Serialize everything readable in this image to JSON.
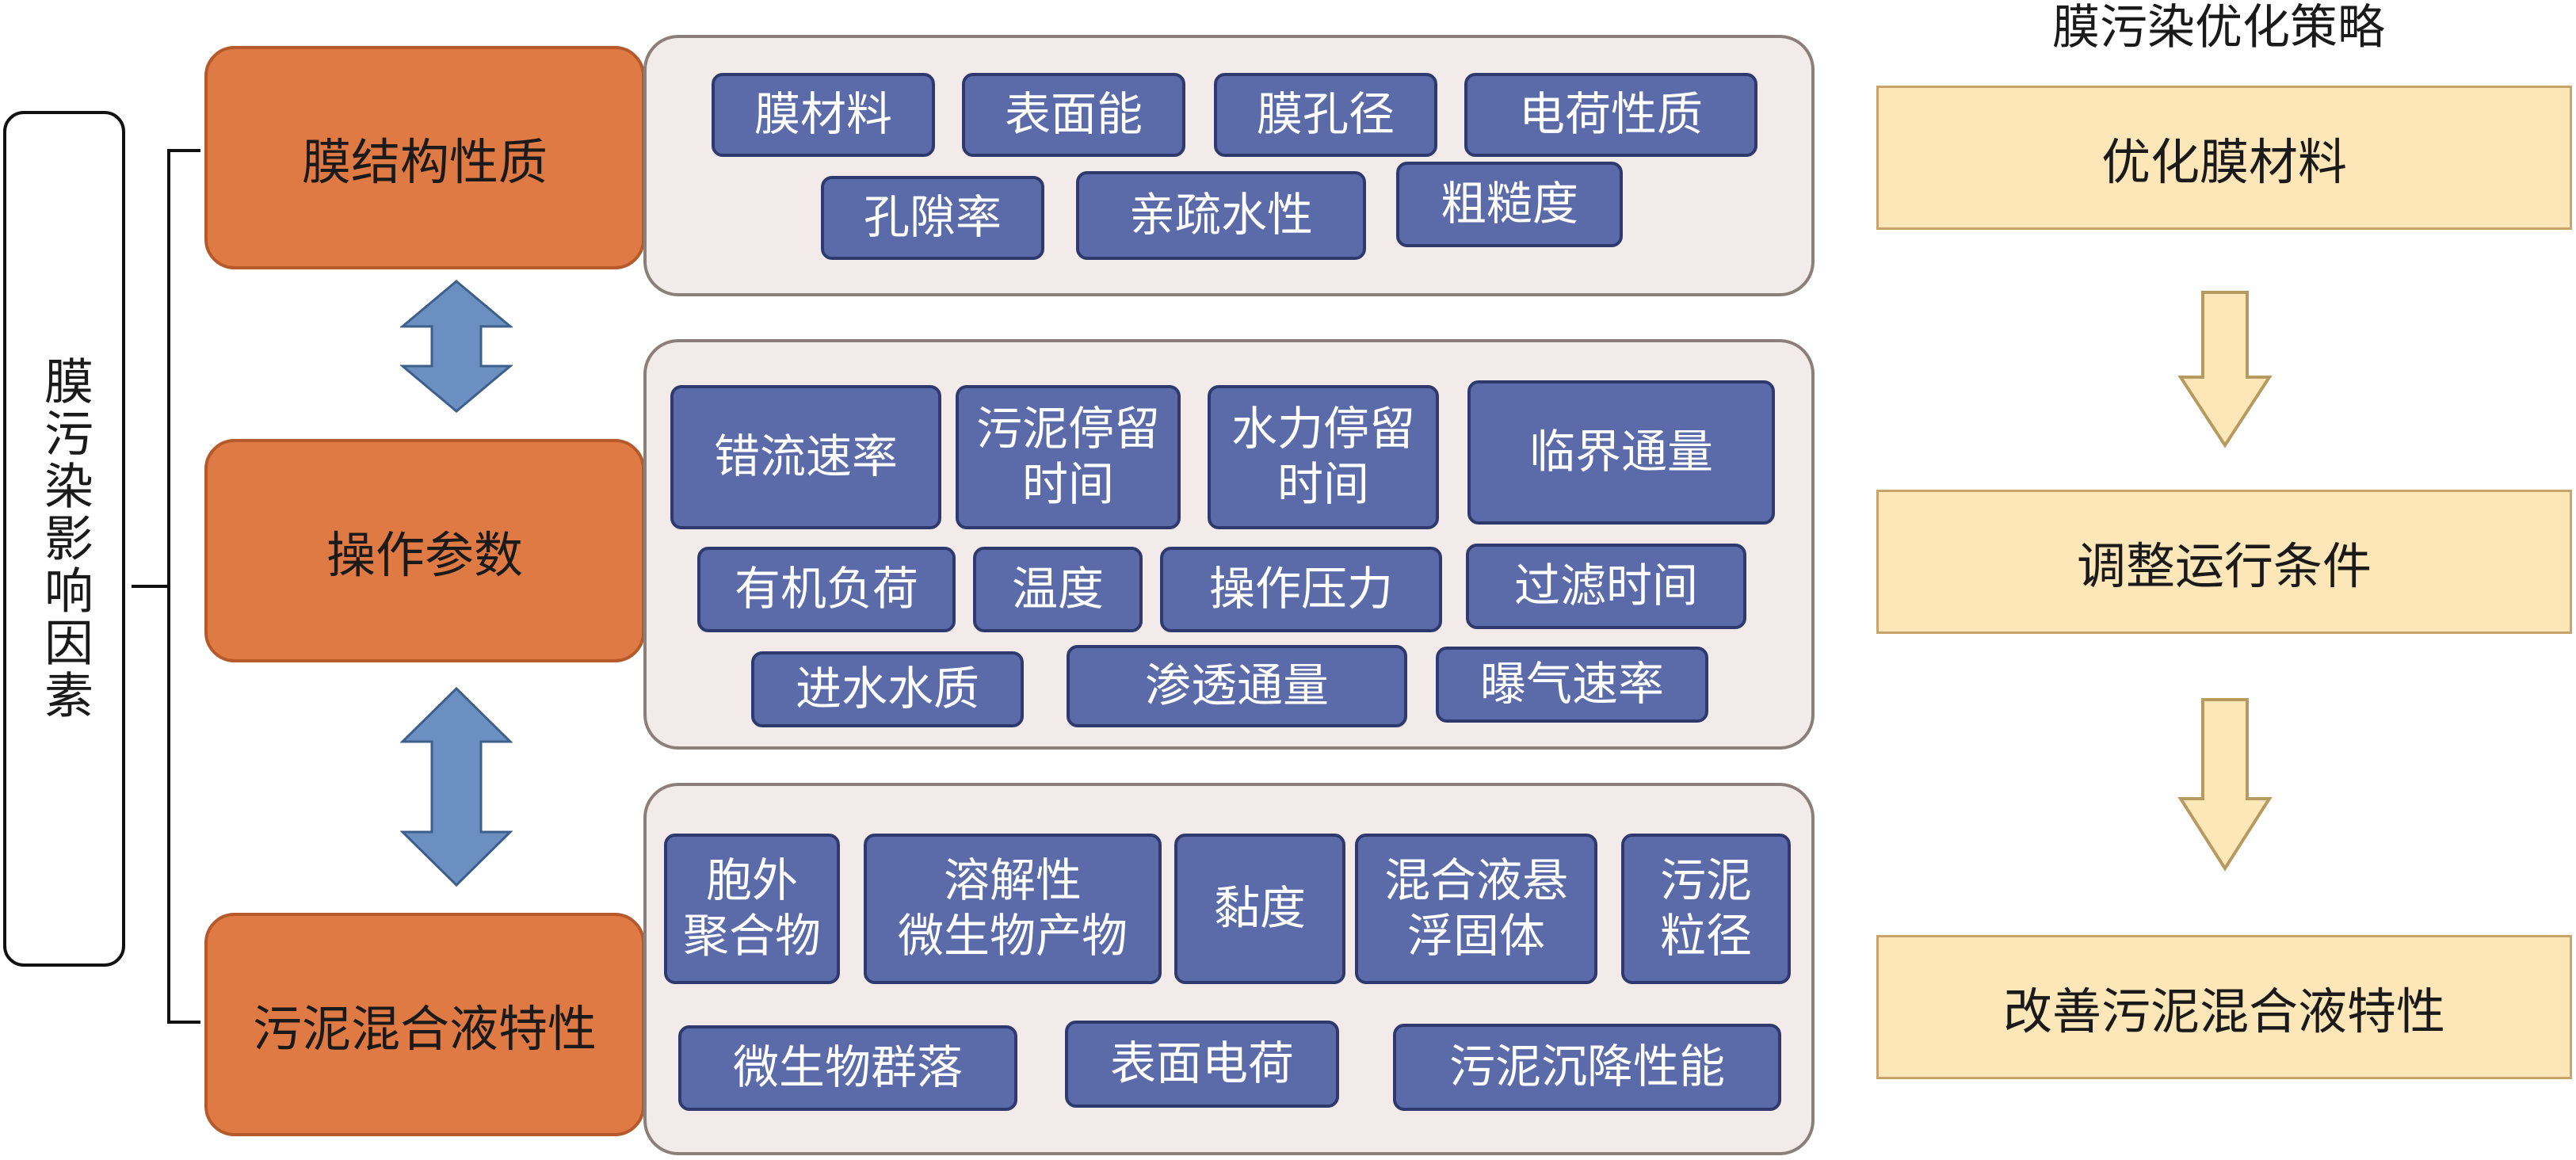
{
  "root_label": "膜污染影响因素",
  "categories": [
    {
      "label": "膜结构性质"
    },
    {
      "label": "操作参数"
    },
    {
      "label": "污泥混合液特性"
    }
  ],
  "factors": {
    "structure": [
      "膜材料",
      "表面能",
      "膜孔径",
      "电荷性质",
      "孔隙率",
      "亲疏水性",
      "粗糙度"
    ],
    "operation": [
      "错流速率",
      "污泥停留\n时间",
      "水力停留\n时间",
      "临界通量",
      "有机负荷",
      "温度",
      "操作压力",
      "过滤时间",
      "进水水质",
      "渗透通量",
      "曝气速率"
    ],
    "sludge": [
      "胞外\n聚合物",
      "溶解性\n微生物产物",
      "黏度",
      "混合液悬\n浮固体",
      "污泥\n粒径",
      "微生物群落",
      "表面电荷",
      "污泥沉降性能"
    ]
  },
  "strategy": {
    "title": "膜污染优化策略",
    "steps": [
      "优化膜材料",
      "调整运行条件",
      "改善污泥混合液特性"
    ]
  },
  "colors": {
    "category_fill": "#e07a45",
    "panel_fill": "#f2ebe9",
    "tag_fill": "#5b6aa8",
    "strategy_fill": "#fde6b7",
    "arrow_fill": "#6a8fc0"
  }
}
